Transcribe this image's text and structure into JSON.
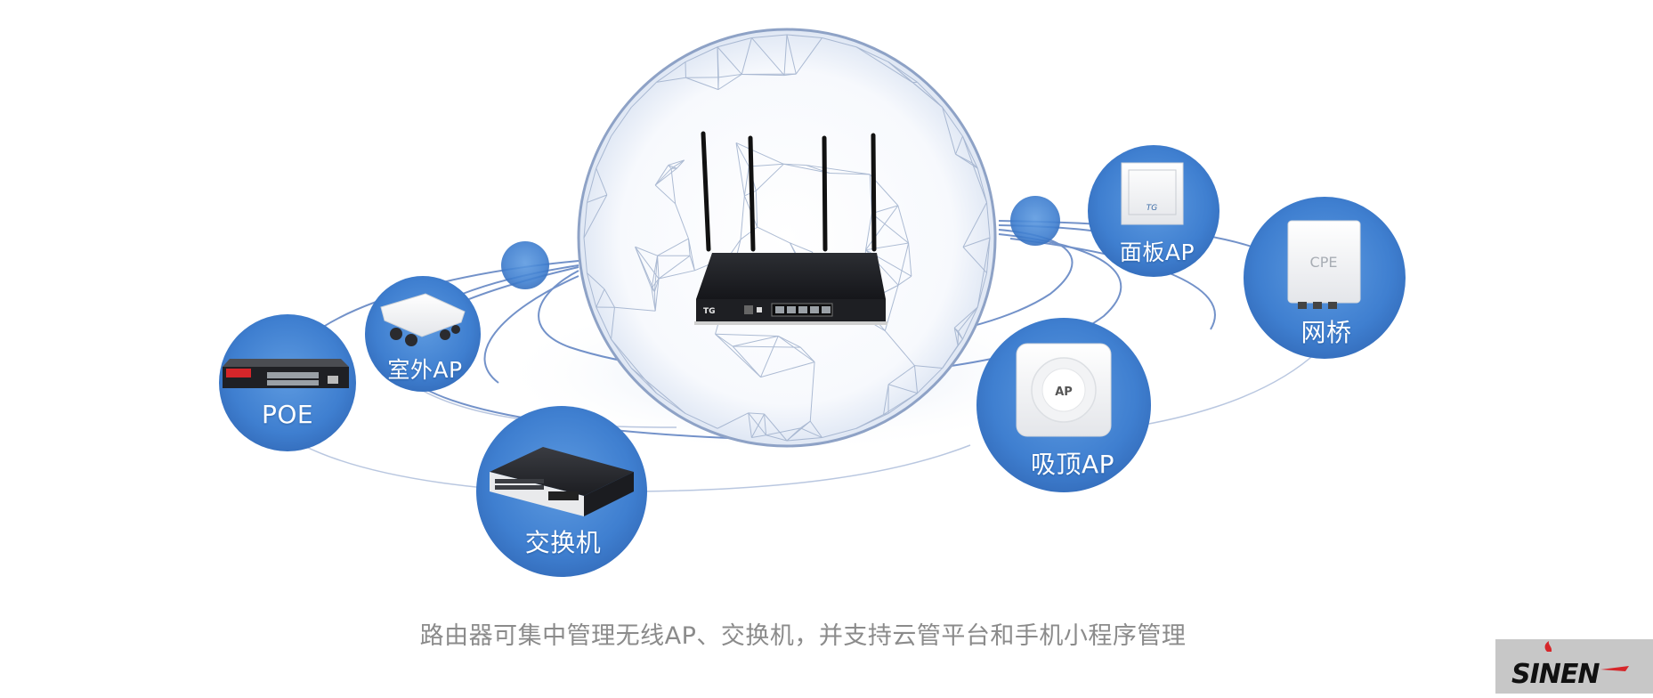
{
  "diagram": {
    "center": {
      "name": "router"
    },
    "nodes": [
      {
        "id": "poe",
        "label": "POE"
      },
      {
        "id": "outdoor_ap",
        "label": "室外AP"
      },
      {
        "id": "switch",
        "label": "交换机"
      },
      {
        "id": "panel_ap",
        "label": "面板AP"
      },
      {
        "id": "ceiling_ap",
        "label": "吸顶AP"
      },
      {
        "id": "bridge",
        "label": "网桥"
      }
    ],
    "device_marks": {
      "router_brand": "TG",
      "panel_brand": "TG",
      "ceiling_ap_text": "AP",
      "cpe_text": "CPE"
    }
  },
  "caption": "路由器可集中管理无线AP、交换机，并支持云管平台和手机小程序管理",
  "logo": {
    "text": "SINEN"
  },
  "colors": {
    "node_blue": "#3f7fd0",
    "sphere_line": "#9fb0cc",
    "orbit_line": "#5b7fc0",
    "caption_gray": "#8b8b8b",
    "logo_bg": "#c7c7c7",
    "logo_red": "#d6262a"
  }
}
